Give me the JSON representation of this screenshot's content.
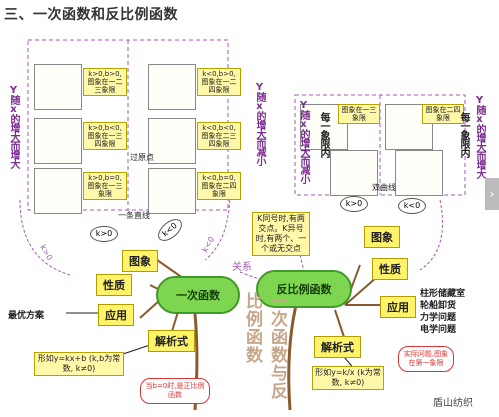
{
  "page_title": "三、一次函数和反比例函数",
  "graphs": {
    "left": [
      "k>0,b>0,图象在一二三象限",
      "k<0,b>0,图象在一二四象限",
      "k>0,b<0,图象在一三四象限",
      "k<0,b<0,图象在二三四象限",
      "k>0,b=0,图象在一三象限",
      "k<0,b=0,图象在二四象限"
    ],
    "right": [
      "图象在一三象限",
      "图象在二四象限"
    ]
  },
  "side_text": {
    "left_increase": "Y随x的增大而增大",
    "mid_decrease": "Y随x的增大而减小",
    "right_each": "每一象限内",
    "right_decrease": "Y随x的增大而减小",
    "right_increase": "Y随x的增大而增大",
    "left_each": "每一象限内"
  },
  "small_labels": {
    "origin_line": "过原点",
    "one_line": "一条直线",
    "hyperbola": "双曲线",
    "relation": "关系"
  },
  "ovals": {
    "left_k_pos": "k>0",
    "left_k_neg": "k<0",
    "right_k_pos": "k>0",
    "right_k_neg": "k<0",
    "k_gt0_curve": "k>0",
    "k_lt0_curve": "k<0"
  },
  "intersection_note": "K同号时,有两交点。K异号时,有两个、一个或无交点",
  "nodes": {
    "image_left": "图象",
    "image_right": "图象",
    "property_left": "性质",
    "property_right": "性质",
    "apply_left": "应用",
    "apply_right": "应用",
    "formula_left": "解析式",
    "formula_right": "解析式"
  },
  "clouds": {
    "linear": "一次函数",
    "inverse": "反比例函数"
  },
  "optimal": "最优方案",
  "apply_list": [
    "柱形储藏室",
    "轮船卸货",
    "力学问题",
    "电学问题"
  ],
  "formula_left_box": "形如y=kx+b (k,b为常数, k≠0)",
  "formula_right_box": "形如y=k/x (k为常数, k≠0)",
  "bubble_left": "当b=0时,是正比例函数",
  "bubble_right": "实际问题,图象在第一象限",
  "center_vertical": "一次函数与反比例函数",
  "watermark": "盾山纺织",
  "side_arrow": "›"
}
